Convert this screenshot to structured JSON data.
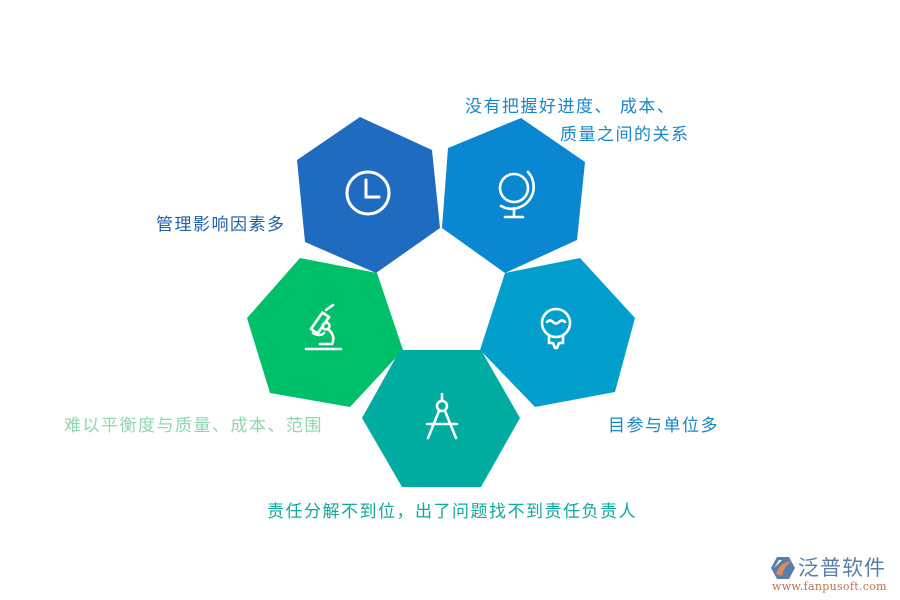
{
  "diagram": {
    "type": "hexagon-cluster",
    "nodes": [
      {
        "id": "management",
        "icon": "clock-icon",
        "color": "#1f6bbf",
        "label": "管理影响因素多",
        "label_color": "#1f5ea8"
      },
      {
        "id": "progress-cost-quality",
        "icon": "globe-icon",
        "color": "#0a87d1",
        "label_line1": "没有把握好进度、  成本、",
        "label_line2": "质量之间的关系",
        "label_color": "#1a86c8"
      },
      {
        "id": "balance",
        "icon": "microscope-icon",
        "color": "#00bf6a",
        "label": "难以平衡度与质量、成本、范围",
        "label_color": "#8fd6ad"
      },
      {
        "id": "participants",
        "icon": "lightbulb-icon",
        "color": "#039fcc",
        "label": "目参与单位多",
        "label_color": "#1a86c8"
      },
      {
        "id": "responsibility",
        "icon": "compass-icon",
        "color": "#00ab9f",
        "label": "责任分解不到位，出了问题找不到责任负责人",
        "label_color": "#10a89a"
      }
    ]
  },
  "logo": {
    "name": "泛普软件",
    "url": "www.fanpusoft.com",
    "colors": {
      "mark_blue": "#5a7fa6",
      "mark_orange": "#e08a5a"
    }
  }
}
